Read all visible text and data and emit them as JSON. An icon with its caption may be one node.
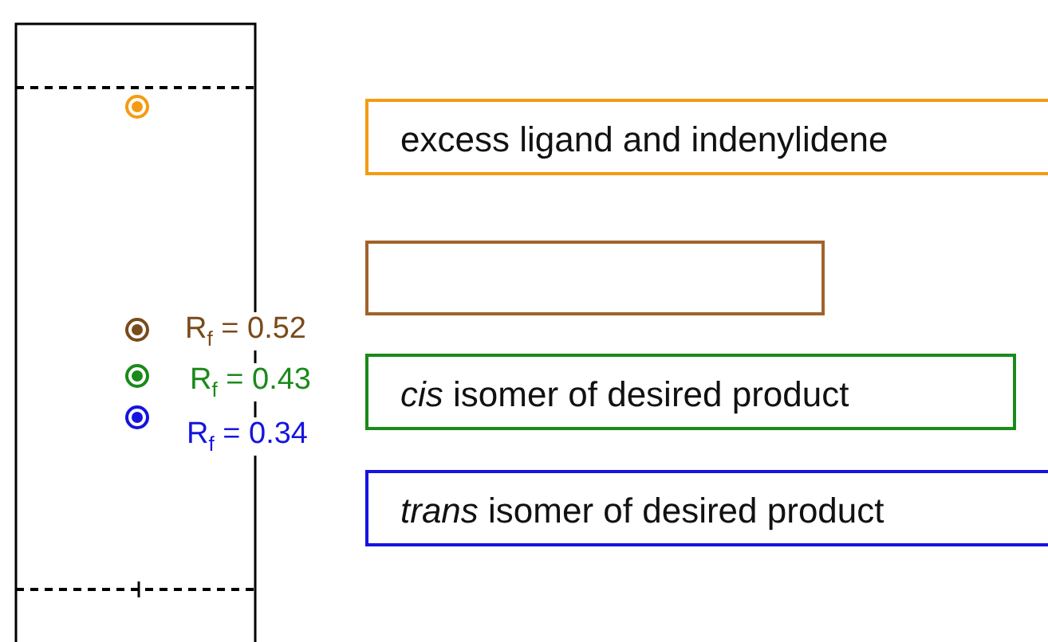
{
  "diagram": {
    "nodes": [
      {
        "text": [
          "excess ligand and indenylidene"
        ]
      },
      {
        "text": [],
        "shape": "box"
      },
      {
        "text": [
          "*cis* isomer of desired product"
        ]
      },
      {
        "text": [
          "*trans* isomer of desired product"
        ]
      }
    ],
    "labels": [
      "R$_{f}$ = 0.52",
      "R$_{f}$ = 0.43",
      "R$_{f}$ = 0.34"
    ]
  }
}
